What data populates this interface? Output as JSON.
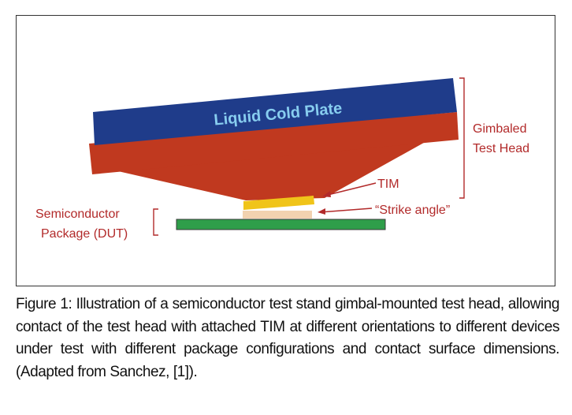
{
  "colors": {
    "cold_plate": "#1f3c8a",
    "test_head": "#c0391f",
    "tim": "#f0c419",
    "dut_package": "#f2d2b0",
    "board": "#2f9e4a",
    "label_red": "#b22a2a",
    "caption_text": "#111111"
  },
  "diagram": {
    "cold_plate_label": "Liquid Cold Plate",
    "gimbaled_label_line1": "Gimbaled",
    "gimbaled_label_line2": "Test Head",
    "tim_label": "TIM",
    "strike_angle_label": "“Strike angle”",
    "dut_label_line1": "Semiconductor",
    "dut_label_line2": "Package (DUT)"
  },
  "caption": "Figure 1: Illustration of a semiconductor test stand gimbal-mounted test head, allowing contact of the test head with attached TIM at different orientations to different devices under test with different package configurations and contact surface dimensions. (Adapted from Sanchez, [1])."
}
